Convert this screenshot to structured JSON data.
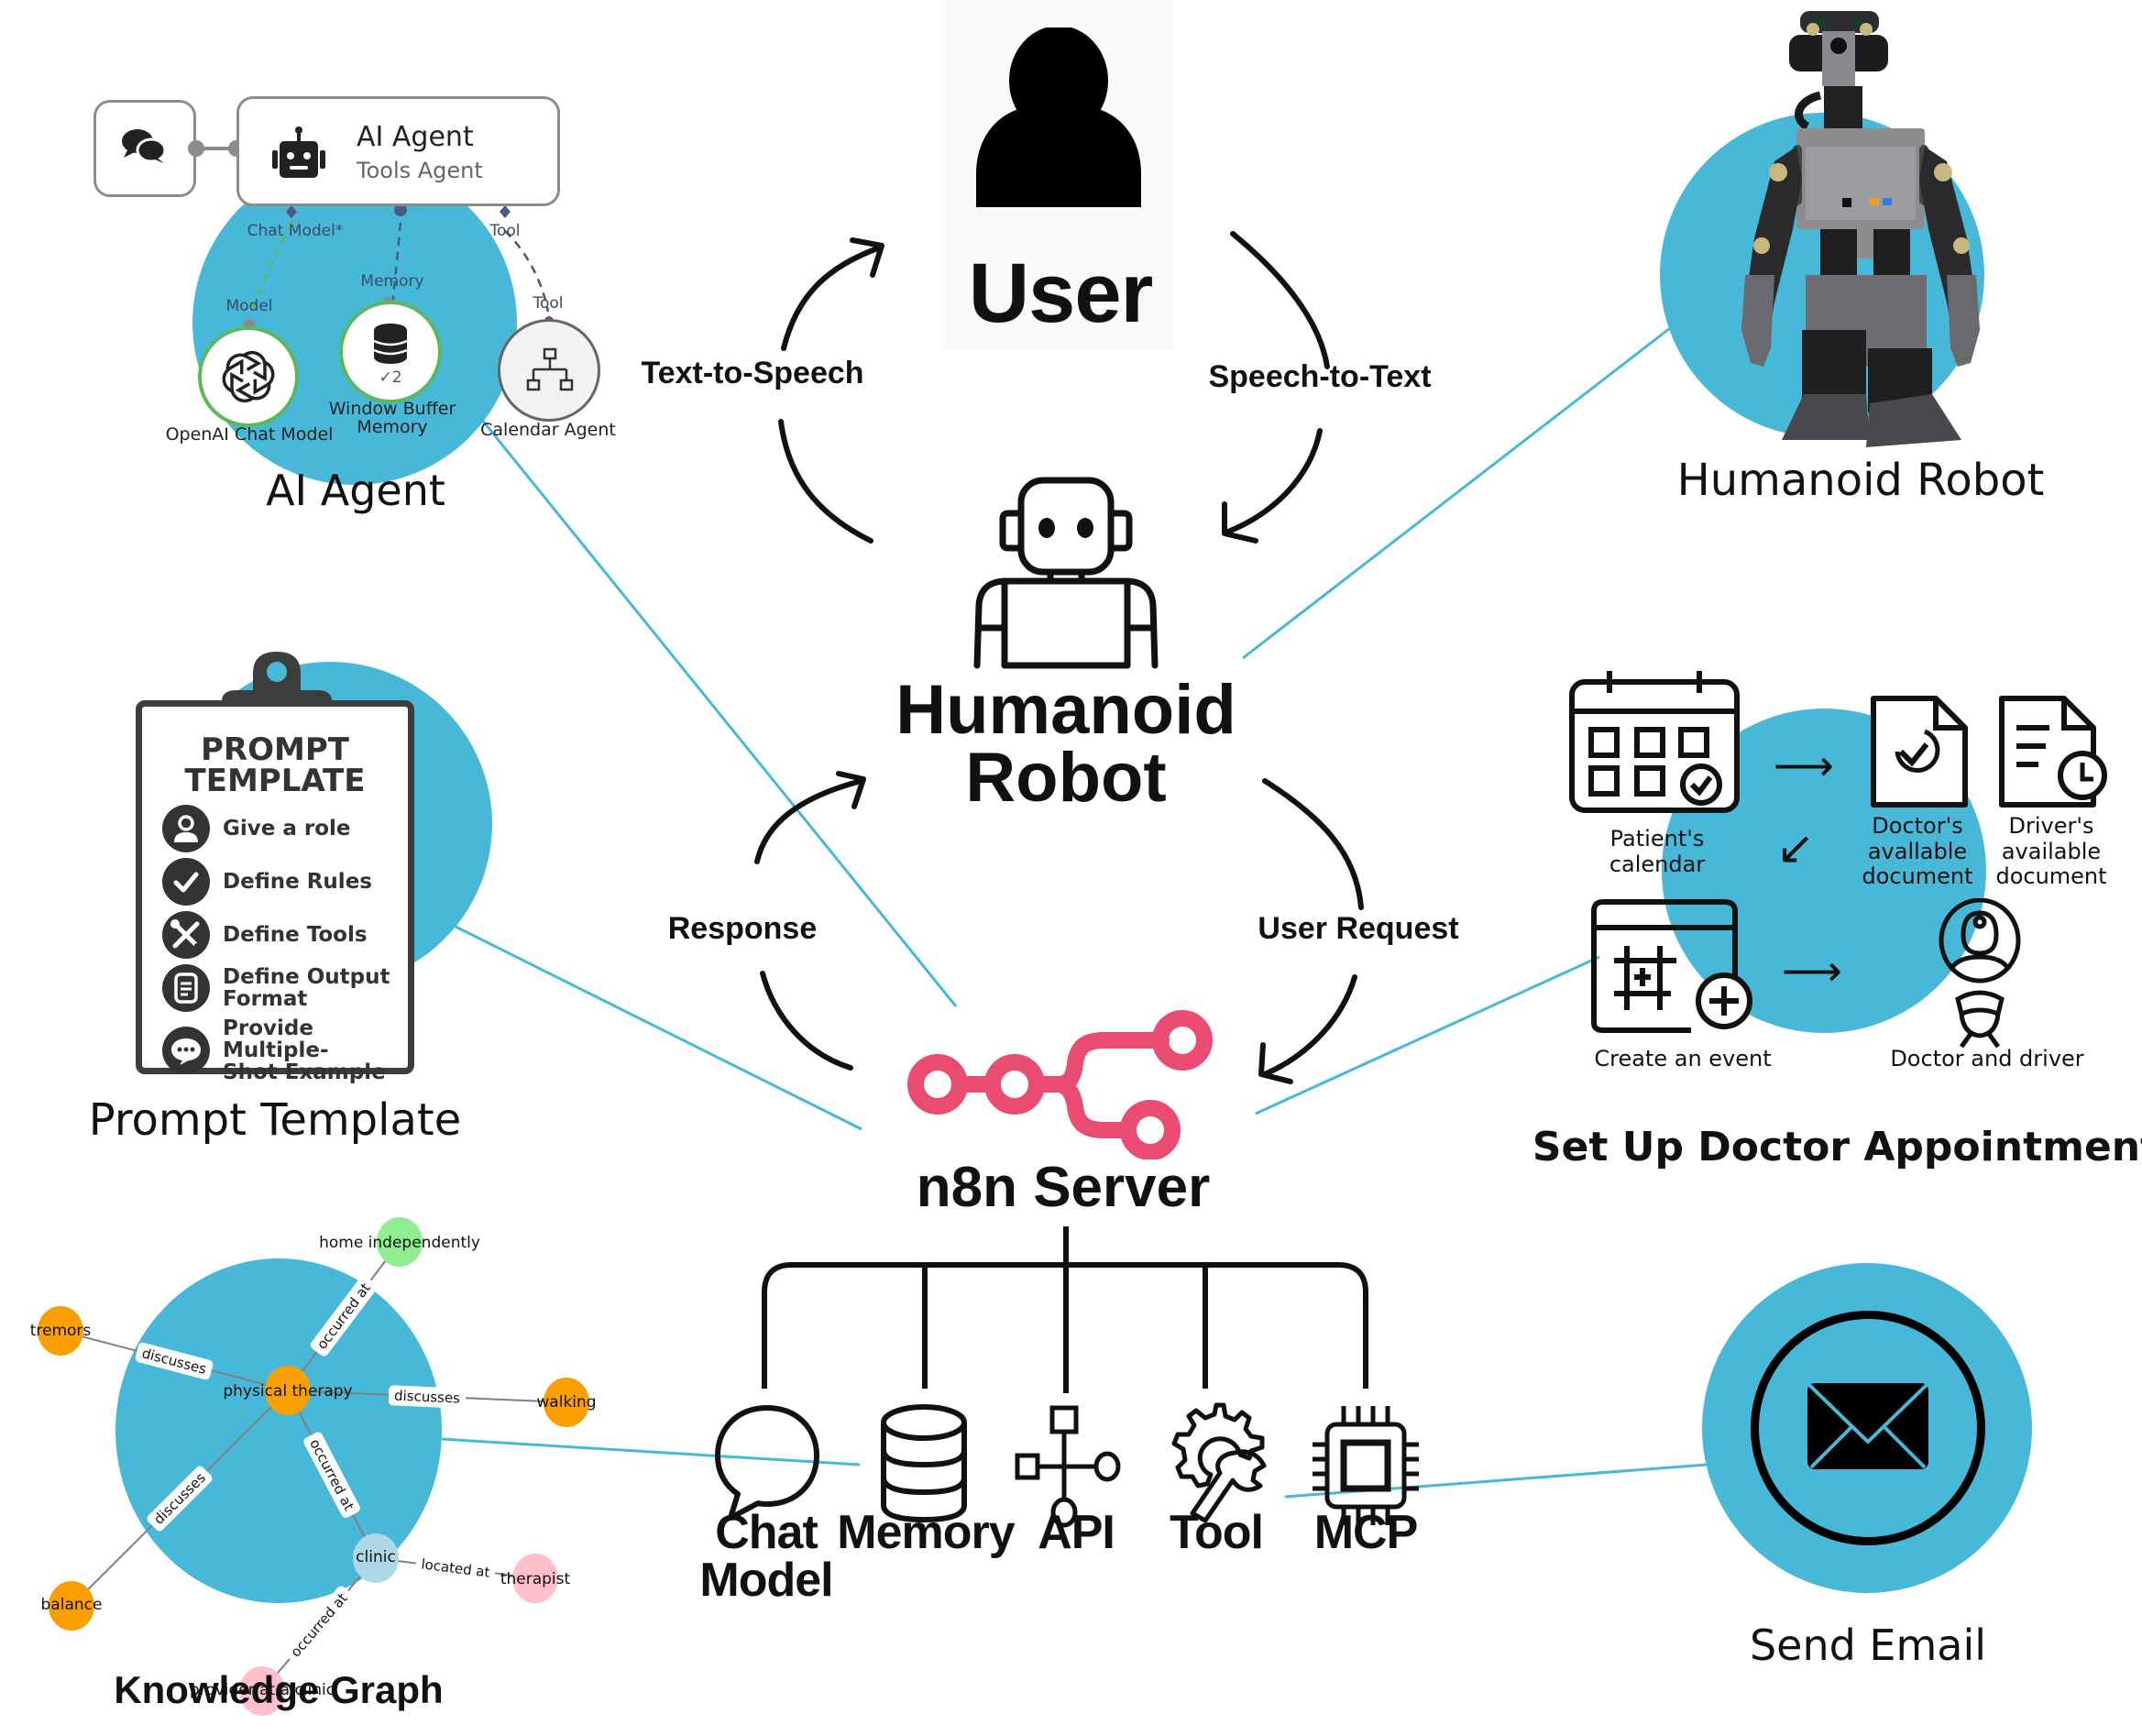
{
  "colors": {
    "accent_circle": "#48b8d8",
    "connector_line": "#48b8d8",
    "n8n_brand": "#ea4b71",
    "text": "#111111",
    "graph_orange": "#f9a000",
    "graph_green": "#90ee90",
    "graph_pink": "#ffc0cb",
    "graph_lightblue": "#add8e6",
    "agent_node_green": "#5cb85c"
  },
  "center": {
    "user": {
      "label": "User",
      "icon": "person-icon"
    },
    "robot": {
      "label_line1": "Humanoid",
      "label_line2": "Robot",
      "icon": "robot-icon"
    },
    "server": {
      "label": "n8n Server",
      "icon": "n8n-logo-icon"
    },
    "flows": {
      "text_to_speech": "Text-to-Speech",
      "speech_to_text": "Speech-to-Text",
      "response": "Response",
      "user_request": "User Request"
    }
  },
  "server_tools": [
    {
      "label_line1": "Chat",
      "label_line2": "Model",
      "icon": "chat-bubble-icon"
    },
    {
      "label_line1": "Memory",
      "label_line2": "",
      "icon": "database-icon"
    },
    {
      "label_line1": "API",
      "label_line2": "",
      "icon": "api-network-icon"
    },
    {
      "label_line1": "Tool",
      "label_line2": "",
      "icon": "gear-wrench-icon"
    },
    {
      "label_line1": "MCP",
      "label_line2": "",
      "icon": "chip-icon"
    }
  ],
  "ai_agent": {
    "caption": "AI Agent",
    "node_title": "AI Agent",
    "node_subtitle": "Tools Agent",
    "ports": {
      "chat_model": "Chat Model*",
      "memory": "Memory",
      "tool": "Tool"
    },
    "sub_ports": {
      "model": "Model",
      "memory": "Memory",
      "tool": "Tool"
    },
    "nodes": [
      {
        "label": "OpenAI Chat Model",
        "icon": "openai-icon"
      },
      {
        "label_line1": "Window Buffer",
        "label_line2": "Memory",
        "icon": "database-icon",
        "badge": "✓2"
      },
      {
        "label": "Calendar Agent",
        "icon": "hierarchy-icon"
      }
    ]
  },
  "humanoid_photo": {
    "caption": "Humanoid Robot"
  },
  "prompt_template": {
    "caption": "Prompt Template",
    "title_line1": "PROMPT",
    "title_line2": "TEMPLATE",
    "items": [
      {
        "line1": "Give a role",
        "line2": "",
        "icon": "user-icon"
      },
      {
        "line1": "Define Rules",
        "line2": "",
        "icon": "check-icon"
      },
      {
        "line1": "Define Tools",
        "line2": "",
        "icon": "tools-icon"
      },
      {
        "line1": "Define Output",
        "line2": "Format",
        "icon": "document-icon"
      },
      {
        "line1": "Provide Multiple-",
        "line2": "Shot Example",
        "icon": "chat-dots-icon"
      }
    ]
  },
  "knowledge_graph": {
    "caption": "Knowledge Graph",
    "nodes": [
      {
        "id": "physical_therapy",
        "label": "physical therapy",
        "color": "orange"
      },
      {
        "id": "home_independently",
        "label": "home independently",
        "color": "green"
      },
      {
        "id": "tremors",
        "label": "tremors",
        "color": "orange"
      },
      {
        "id": "walking",
        "label": "walking",
        "color": "orange"
      },
      {
        "id": "balance",
        "label": "balance",
        "color": "orange"
      },
      {
        "id": "clinic",
        "label": "clinic",
        "color": "lightblue"
      },
      {
        "id": "therapist",
        "label": "therapist",
        "color": "pink"
      },
      {
        "id": "provider",
        "label": "provider at a clinic",
        "color": "pink"
      }
    ],
    "edges": [
      {
        "from": "physical_therapy",
        "to": "home_independently",
        "label": "occurred at"
      },
      {
        "from": "physical_therapy",
        "to": "tremors",
        "label": "discusses"
      },
      {
        "from": "physical_therapy",
        "to": "walking",
        "label": "discusses"
      },
      {
        "from": "physical_therapy",
        "to": "balance",
        "label": "discusses"
      },
      {
        "from": "physical_therapy",
        "to": "clinic",
        "label": "occurred at"
      },
      {
        "from": "clinic",
        "to": "therapist",
        "label": "located at"
      },
      {
        "from": "clinic",
        "to": "provider",
        "label": "occurred at"
      }
    ]
  },
  "appointment": {
    "caption": "Set Up Doctor Appointment",
    "steps": [
      {
        "line1": "Patient's",
        "line2": "calendar",
        "line3": "",
        "icon": "calendar-check-icon"
      },
      {
        "line1": "Doctor's",
        "line2": "avallable",
        "line3": "document",
        "icon": "document-check-icon"
      },
      {
        "line1": "Driver's",
        "line2": "available",
        "line3": "document",
        "icon": "document-clock-icon"
      },
      {
        "line1": "Create an event",
        "line2": "",
        "line3": "",
        "icon": "calendar-add-icon"
      },
      {
        "line1": "Doctor and driver",
        "line2": "",
        "line3": "",
        "icon": "doctor-driver-icon"
      }
    ]
  },
  "send_email": {
    "caption": "Send Email",
    "icon": "envelope-icon"
  }
}
